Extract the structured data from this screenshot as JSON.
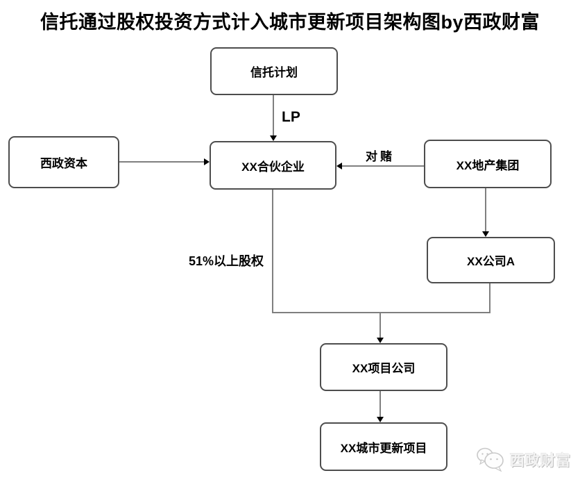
{
  "title": "信托通过股权投资方式计入城市更新项目架构图by西政财富",
  "nodes": {
    "trust_plan": "信托计划",
    "xizheng_capital": "西政资本",
    "partnership": "XX合伙企业",
    "real_estate_group": "XX地产集团",
    "company_a": "XX公司A",
    "project_company": "XX项目公司",
    "urban_renewal_project": "XX城市更新项目"
  },
  "edges": {
    "trust_to_partnership_label": "LP",
    "group_to_partnership_label": "对赌",
    "partnership_to_project_label": "51%以上股权"
  },
  "watermark": {
    "icon": "chat-bubbles-icon",
    "brand": "西政财富"
  },
  "colors": {
    "background": "#ffffff",
    "box_border": "#4d4d4d",
    "line": "#7f7f7f",
    "arrowhead": "#000000",
    "text": "#000000",
    "watermark_text": "#f3f3f3"
  }
}
